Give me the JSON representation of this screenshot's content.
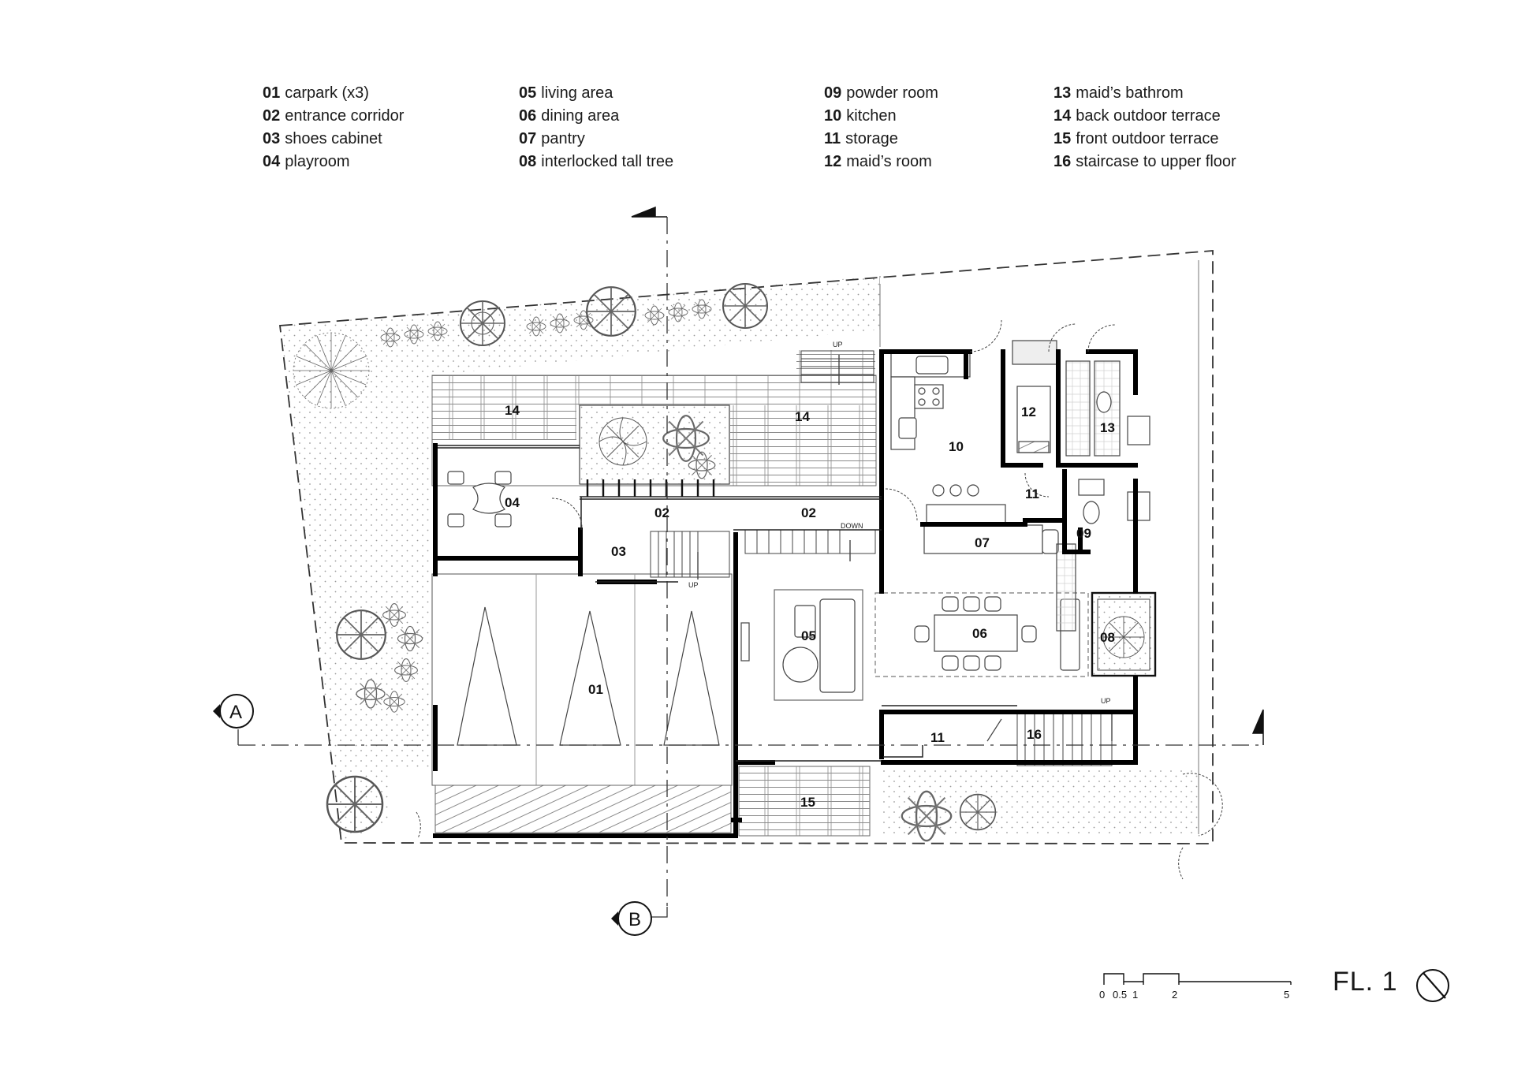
{
  "legend": {
    "columns": [
      [
        {
          "num": "01",
          "label": "carpark (x3)"
        },
        {
          "num": "02",
          "label": "entrance corridor"
        },
        {
          "num": "03",
          "label": "shoes cabinet"
        },
        {
          "num": "04",
          "label": "playroom"
        }
      ],
      [
        {
          "num": "05",
          "label": "living area"
        },
        {
          "num": "06",
          "label": "dining area"
        },
        {
          "num": "07",
          "label": "pantry"
        },
        {
          "num": "08",
          "label": "interlocked tall tree"
        }
      ],
      [
        {
          "num": "09",
          "label": "powder room"
        },
        {
          "num": "10",
          "label": "kitchen"
        },
        {
          "num": "11",
          "label": "storage"
        },
        {
          "num": "12",
          "label": "maid’s room"
        }
      ],
      [
        {
          "num": "13",
          "label": "maid’s bathrom"
        },
        {
          "num": "14",
          "label": "back outdoor terrace"
        },
        {
          "num": "15",
          "label": "front outdoor terrace"
        },
        {
          "num": "16",
          "label": "staircase to upper floor"
        }
      ]
    ]
  },
  "plan": {
    "labels": {
      "l01": "01",
      "l02a": "02",
      "l02b": "02",
      "l03": "03",
      "l04": "04",
      "l05": "05",
      "l06": "06",
      "l07": "07",
      "l08": "08",
      "l09": "09",
      "l10": "10",
      "l11a": "11",
      "l11b": "11",
      "l12": "12",
      "l13": "13",
      "l14a": "14",
      "l14b": "14",
      "l15": "15",
      "l16": "16"
    },
    "notes": {
      "up_top": "UP",
      "down": "DOWN",
      "up_carpark": "UP",
      "up_stair": "UP"
    },
    "section_markers": {
      "a": "A",
      "b": "B"
    }
  },
  "scale_bar": {
    "ticks": [
      "0",
      "0.5",
      "1",
      "2",
      "5"
    ]
  },
  "title": "FL. 1"
}
